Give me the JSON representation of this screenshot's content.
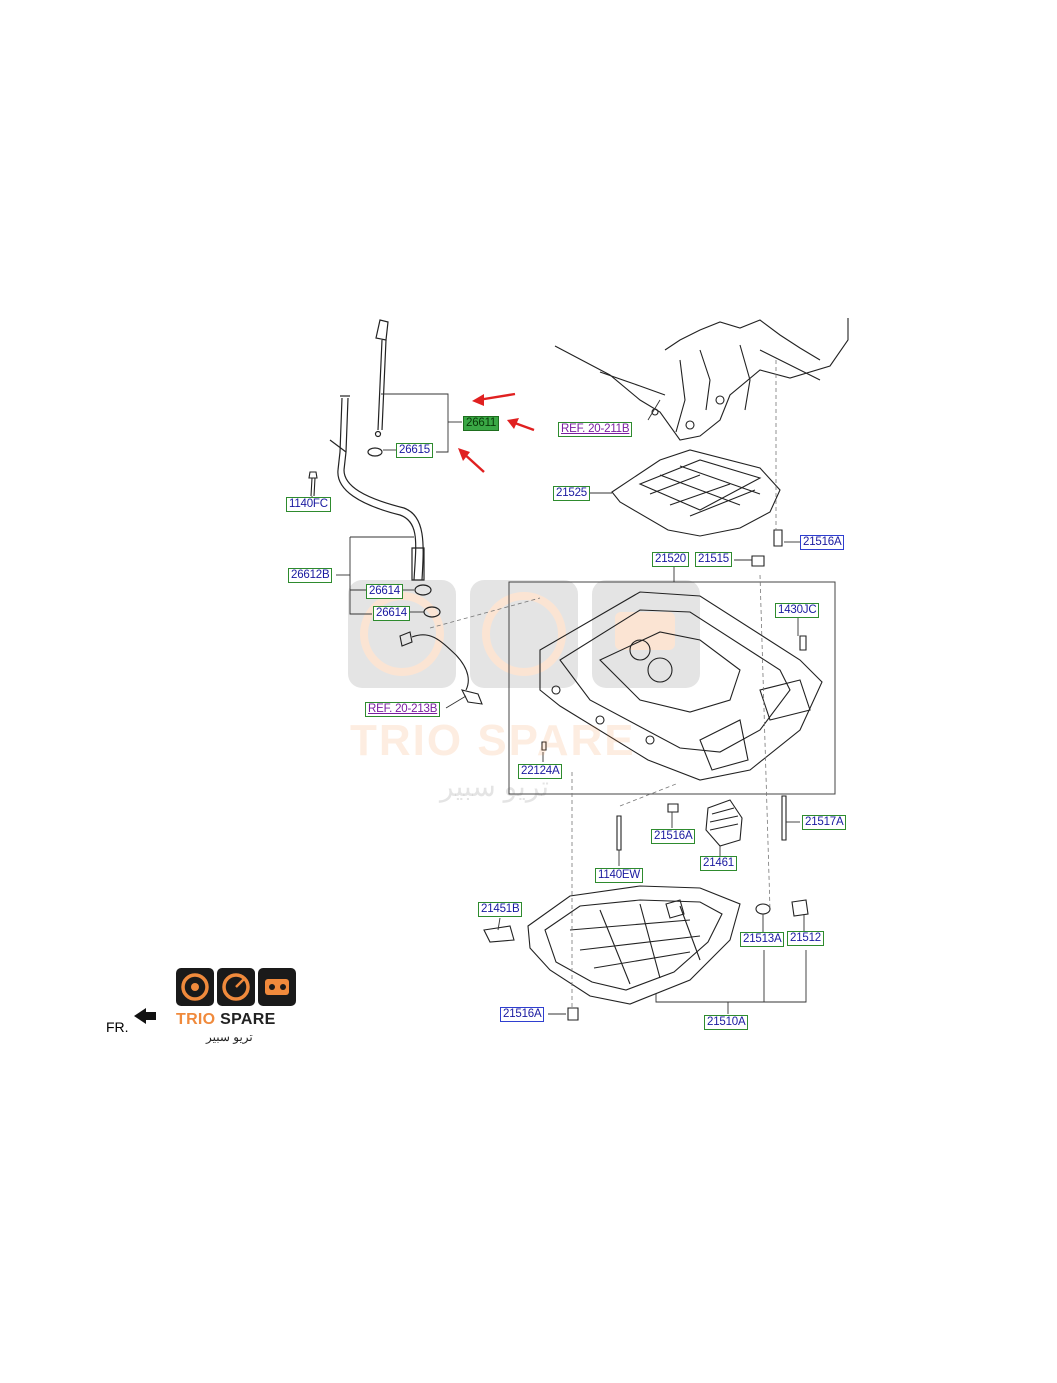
{
  "labels": {
    "l26611": "26611",
    "l26615": "26615",
    "l1140FC": "1140FC",
    "l26612B": "26612B",
    "l26614a": "26614",
    "l26614b": "26614",
    "ref213": "REF. 20-213B",
    "ref211": "REF. 20-211B",
    "l21525": "21525",
    "l21516A_top": "21516A",
    "l21520": "21520",
    "l21515": "21515",
    "l1430JC": "1430JC",
    "l22124A": "22124A",
    "l21516A_mid": "21516A",
    "l21517A": "21517A",
    "l21461": "21461",
    "l1140EW": "1140EW",
    "l21451B": "21451B",
    "l21513A": "21513A",
    "l21512": "21512",
    "l21516A_bot": "21516A",
    "l21510A": "21510A"
  },
  "direction_label": "FR.",
  "logo": {
    "text_trio": "TRIO",
    "text_spare": "SPARE",
    "text_arabic": "تريو سبير",
    "colors": {
      "orange": "#f08a3c",
      "dark": "#222222",
      "bg": "#1a1a1a"
    }
  },
  "watermark": {
    "text": "TRIO SPARE",
    "arabic": "تريو سبير"
  },
  "highlight_color": "#3aa845",
  "arrow_color": "#e02020",
  "icons": [
    "gauge-icon",
    "speedometer-icon",
    "engine-icon",
    "front-direction-arrow-icon"
  ]
}
